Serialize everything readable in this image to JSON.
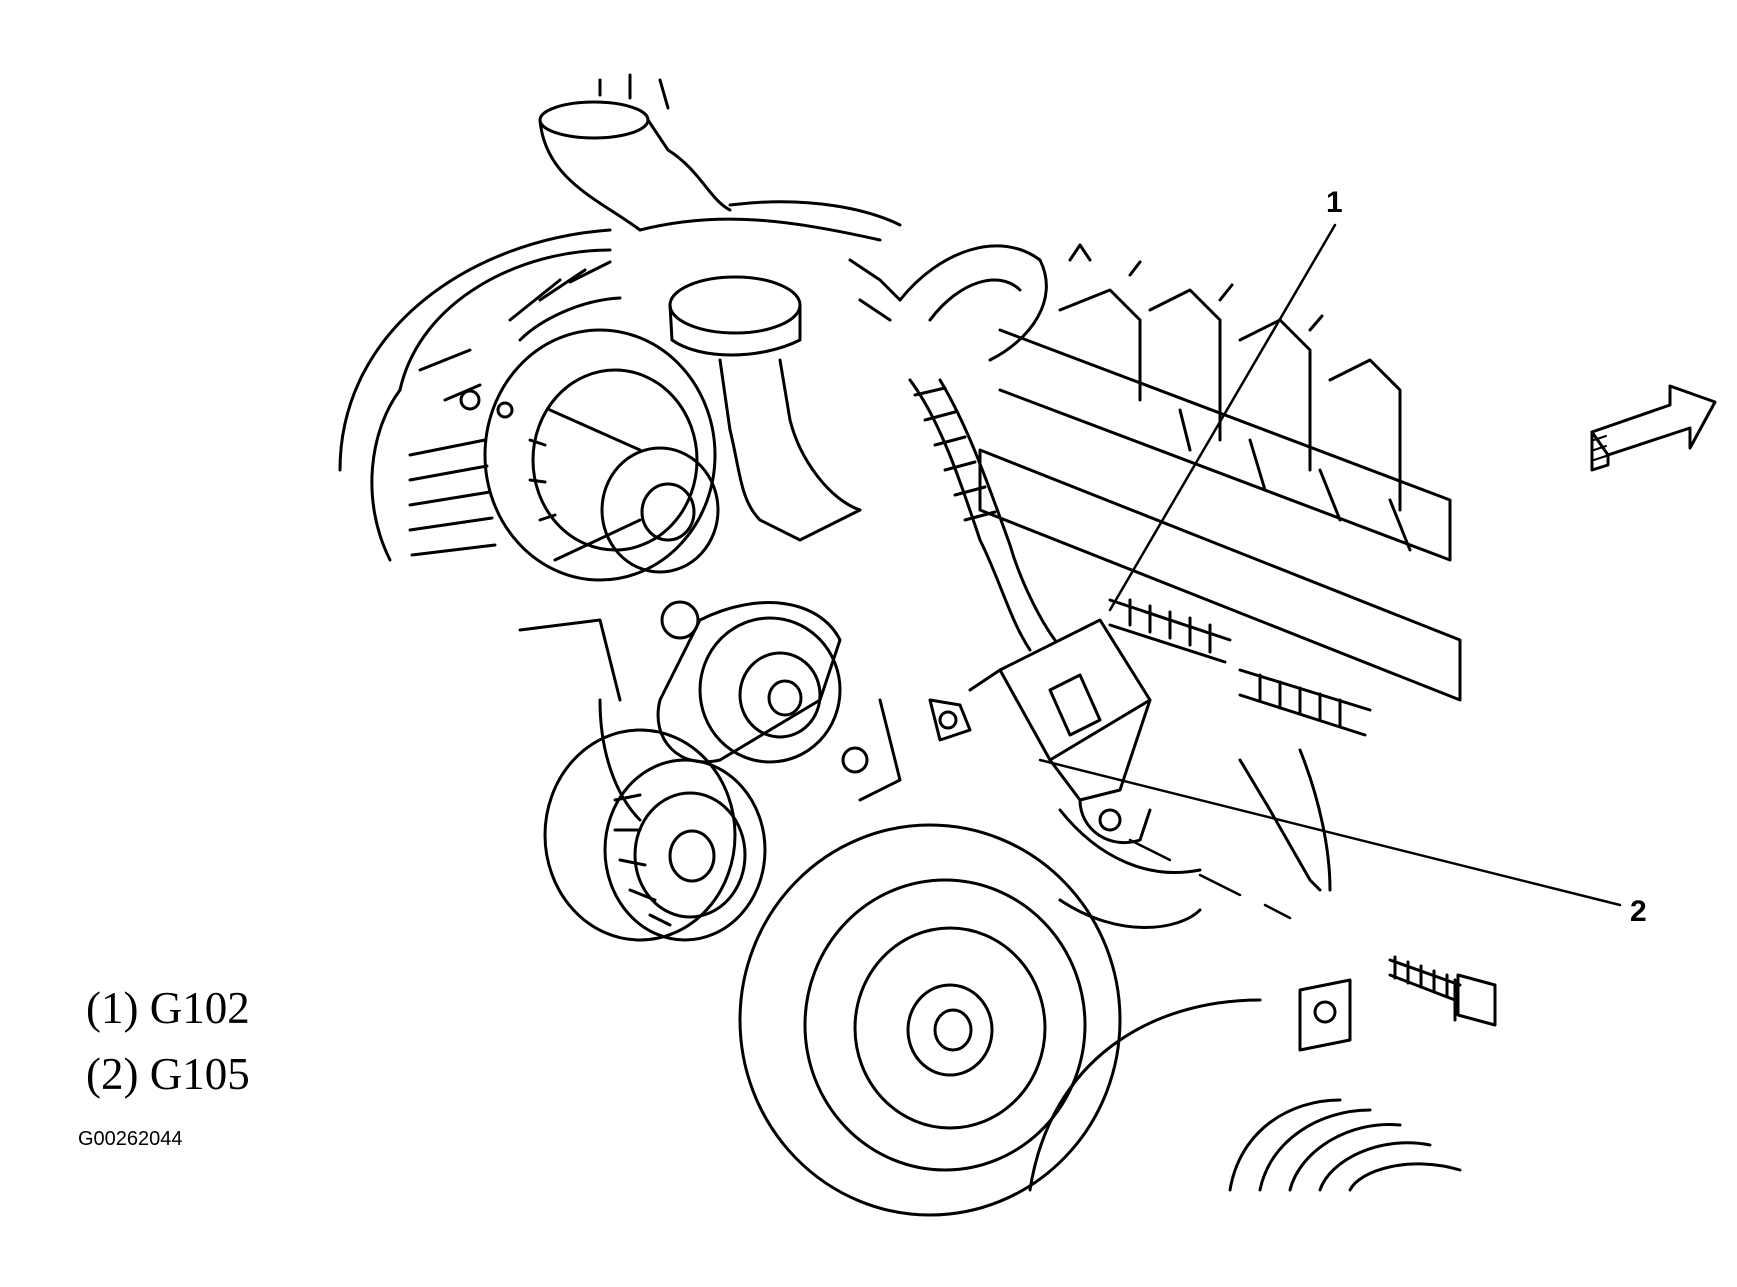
{
  "callouts": [
    {
      "number": "1",
      "label": "G102"
    },
    {
      "number": "2",
      "label": "G105"
    }
  ],
  "legend": [
    {
      "text": "(1) G102"
    },
    {
      "text": "(2) G105"
    }
  ],
  "figure_id": "G00262044",
  "colors": {
    "ink": "#000000",
    "background": "#ffffff"
  },
  "icons": [
    "direction-arrow-icon",
    "ground-bolt-icon"
  ]
}
